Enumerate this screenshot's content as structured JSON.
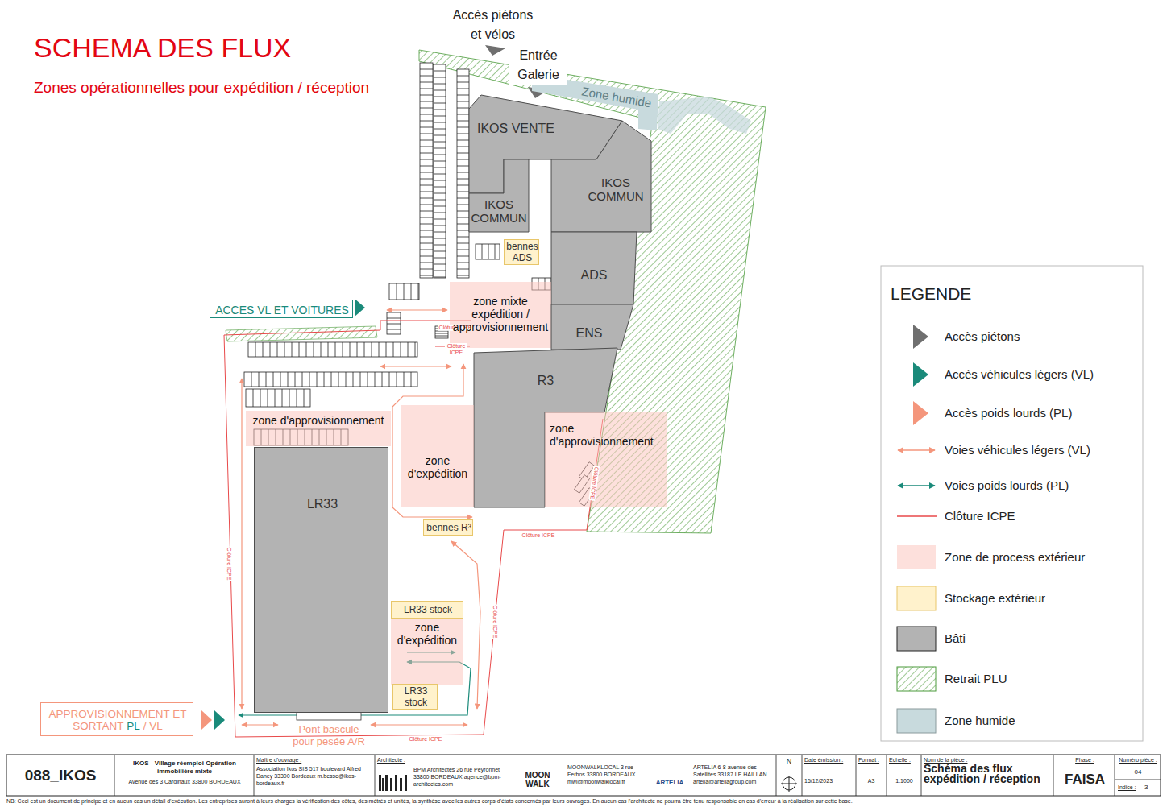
{
  "diagram": {
    "title": "SCHEMA DES FLUX",
    "nodes": [
      {
        "text": [
          "Zone humide"
        ]
      },
      {
        "text": [
          "IKOS VENTE"
        ]
      },
      {
        "text": [
          "IKOS COMMUN"
        ]
      },
      {
        "text": [
          "IKOS COMMUN"
        ]
      },
      {
        "text": [
          "bennes ADS"
        ]
      },
      {
        "text": [
          "ADS"
        ]
      },
      {
        "text": [
          "ACCES VL ET VOITURES"
        ]
      },
      {
        "text": [
          "zone mixte expédition / approvisionnement"
        ]
      },
      {
        "text": [
          "ENS"
        ]
      },
      {
        "text": [
          "R3"
        ]
      },
      {
        "text": [
          "zone d'approvisionnement"
        ]
      },
      {
        "text": [
          "zone d'expédition"
        ]
      },
      {
        "text": [
          "zone d'approvisionnement"
        ]
      },
      {
        "text": [
          "LR33"
        ]
      },
      {
        "text": [
          "bennes R³"
        ]
      },
      {
        "text": [
          "LR33 stock"
        ]
      },
      {
        "text": [
          "zone d'expédition"
        ]
      },
      {
        "text": [
          "LR33 stock"
        ]
      },
      {
        "text": [
          "APPROVISIONNEMENT ET SORTANT",
          "PL",
          "/",
          "VL"
        ]
      }
    ],
    "labels": [
      "Zones opérationnelles pour expédition / réception",
      "Accès piétons et vélos",
      "Entrée Galerie",
      "Clôture ICPE",
      "Clôture ICPE",
      "Clôture ICPE",
      "Clôture ICPE",
      "Clôture ICPE",
      "Clôture ICPE",
      "Clôture ICPE",
      "Pont bascule pour pesée A/R",
      "LEGENDE",
      "088_IKOS",
      "IKOS - Village réemploi Opération immobilière mixte",
      "Avenue des 3 Cardinaux 33800 BORDEAUX",
      "Maître d'ouvrage :",
      "Association Ikos SIS 517 boulevard Alfred Daney 33300 Bordeaux m.besse@ikos-bordeaux.fr",
      "Architecte :",
      "BPM Architectes 26 rue Peyronnet 33800 BORDEAUX agence@bpm-architectes.com",
      "MOON WALK",
      "MOONWALKLOCAL 3 rue Ferbos 33800 BORDEAUX mwl@moonwalklocal.fr",
      "ARTELIA",
      "ARTELIA 6-8 avenue des Satellites 33187 LE HAILLAN artelia@arteliagroup.com",
      "N",
      "Date émission :",
      "15/12/2023",
      "Format :",
      "A3",
      "Echelle :",
      "1:1000",
      "Nom de la pièce :",
      "Schéma des flux expédition / réception",
      "Phase :",
      "FAISA",
      "Numéro pièce :",
      "04",
      "Indice :",
      "3",
      "NB: Ceci est un document de principe et en aucun cas un détail d'exécution. Les entreprises auront à leurs charges la vérification des côtes, des métrés et unités, la synthèse avec les autres corps d'états concernés par leurs ouvrages. En aucun cas l'architecte ne pourra être tenu responsable en cas d'erreur à la réalisation sur cette base."
    ],
    "legend": [
      {
        "text": "Accès piétons"
      },
      {
        "text": "Accès véhicules légers (VL)"
      },
      {
        "text": "Accès poids lourds (PL)"
      },
      {
        "text": "Voies véhicules légers (VL)"
      },
      {
        "text": "Voies poids lourds (PL)"
      },
      {
        "text": "Clôture ICPE"
      },
      {
        "text": "Zone de process extérieur",
        "color": "#fde0dc"
      },
      {
        "text": "Stockage extérieur",
        "color": "#fff2cc"
      },
      {
        "text": "Bâti",
        "color": "#b3b3b3"
      },
      {
        "text": "Retrait PLU"
      },
      {
        "text": "Zone humide",
        "color": "#c8dadd"
      }
    ]
  }
}
